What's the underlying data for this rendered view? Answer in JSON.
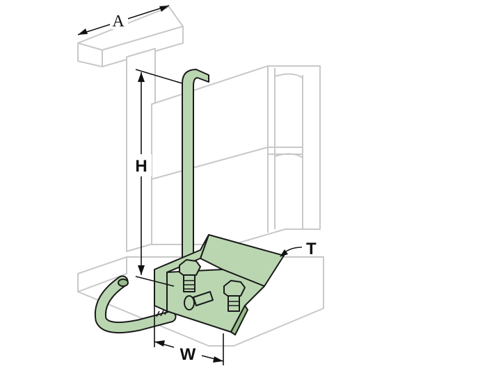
{
  "labels": {
    "width_a": "A",
    "height_h": "H",
    "thickness_t": "T",
    "width_w": "W"
  },
  "colors": {
    "fitting_fill": "#b9d6b0",
    "fitting_stroke": "#1a1a1a",
    "beam_outline": "#c8c8c8",
    "dimension_line": "#111111"
  }
}
